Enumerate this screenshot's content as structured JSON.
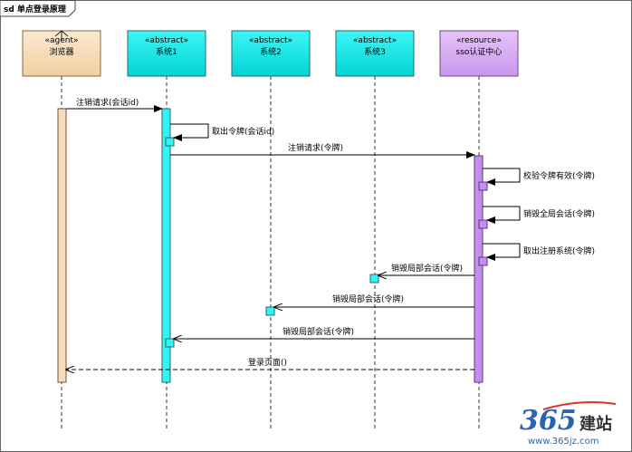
{
  "diagram": {
    "frame_title": "sd 单点登录原理",
    "colors": {
      "agent_fill": "#f8dcb8",
      "abstract_fill": "#00e6e6",
      "resource_fill": "#d7a5f0",
      "agent_bar": "#f8dcb8",
      "abstract_bar": "#33f3f3",
      "resource_bar": "#c48ef0"
    },
    "lifelines": [
      {
        "stereotype": "«agent»",
        "name": "浏览器",
        "kind": "agent"
      },
      {
        "stereotype": "«abstract»",
        "name": "系统1",
        "kind": "abstract"
      },
      {
        "stereotype": "«abstract»",
        "name": "系统2",
        "kind": "abstract"
      },
      {
        "stereotype": "«abstract»",
        "name": "系统3",
        "kind": "abstract"
      },
      {
        "stereotype": "«resource»",
        "name": "sso认证中心",
        "kind": "resource"
      }
    ],
    "messages": [
      {
        "label": "注销请求(会话id)"
      },
      {
        "label": "取出令牌(会话id)"
      },
      {
        "label": "注销请求(令牌)"
      },
      {
        "label": "校验令牌有效(令牌)"
      },
      {
        "label": "销毁全局会话(令牌)"
      },
      {
        "label": "取出注册系统(令牌)"
      },
      {
        "label": "销毁局部会话(令牌)"
      },
      {
        "label": "销毁局部会话(令牌)"
      },
      {
        "label": "销毁局部会话(令牌)"
      },
      {
        "label": "登录页面()"
      }
    ]
  },
  "watermark": {
    "logo_text": "365建站",
    "url": "www.365jz.com"
  }
}
